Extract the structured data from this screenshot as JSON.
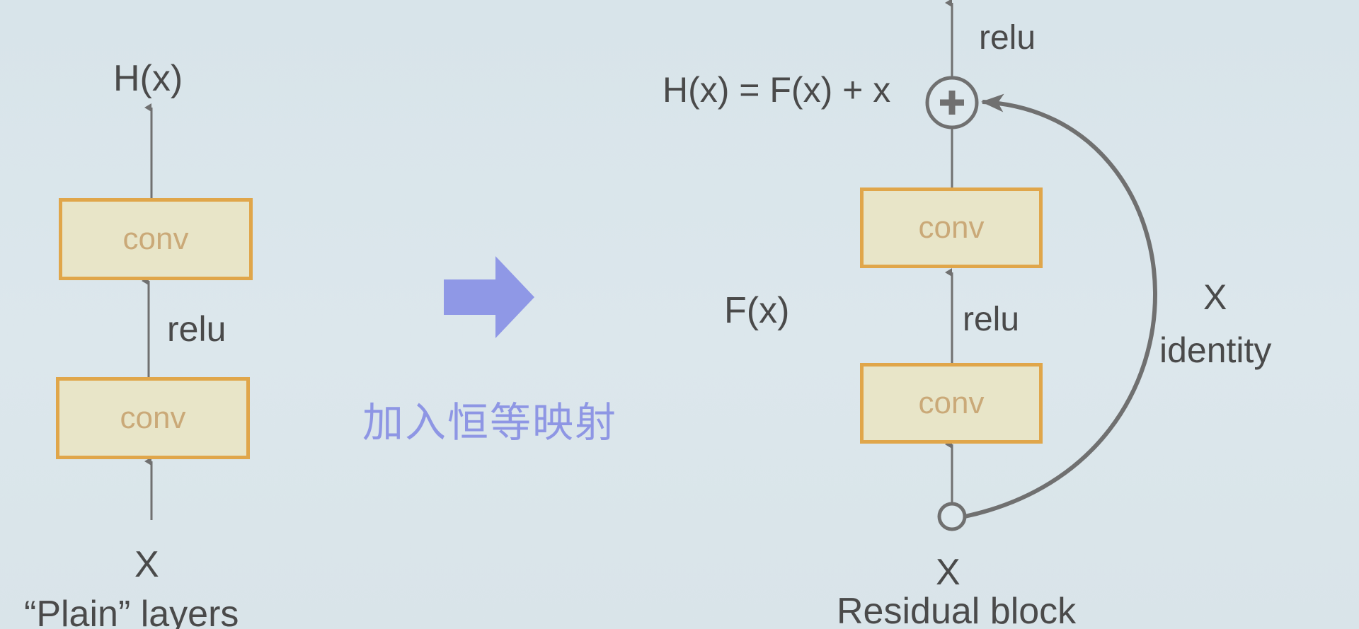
{
  "plain": {
    "output_label": "H(x)",
    "conv_top": "conv",
    "relu": "relu",
    "conv_bottom": "conv",
    "input_label": "X",
    "caption": "“Plain” layers"
  },
  "transition": {
    "caption": "加入恒等映射",
    "arrow_color": "#8f98e6"
  },
  "residual": {
    "relu_top": "relu",
    "equation": "H(x) = F(x) + x",
    "function_label": "F(x)",
    "conv_top": "conv",
    "relu": "relu",
    "conv_bottom": "conv",
    "shortcut_label_x": "X",
    "shortcut_label": "identity",
    "input_label": "X",
    "caption": "Residual block"
  },
  "colors": {
    "box_fill": "#e8e5c8",
    "box_border": "#e0a64a",
    "line": "#707070",
    "text": "#4a4a4a"
  }
}
